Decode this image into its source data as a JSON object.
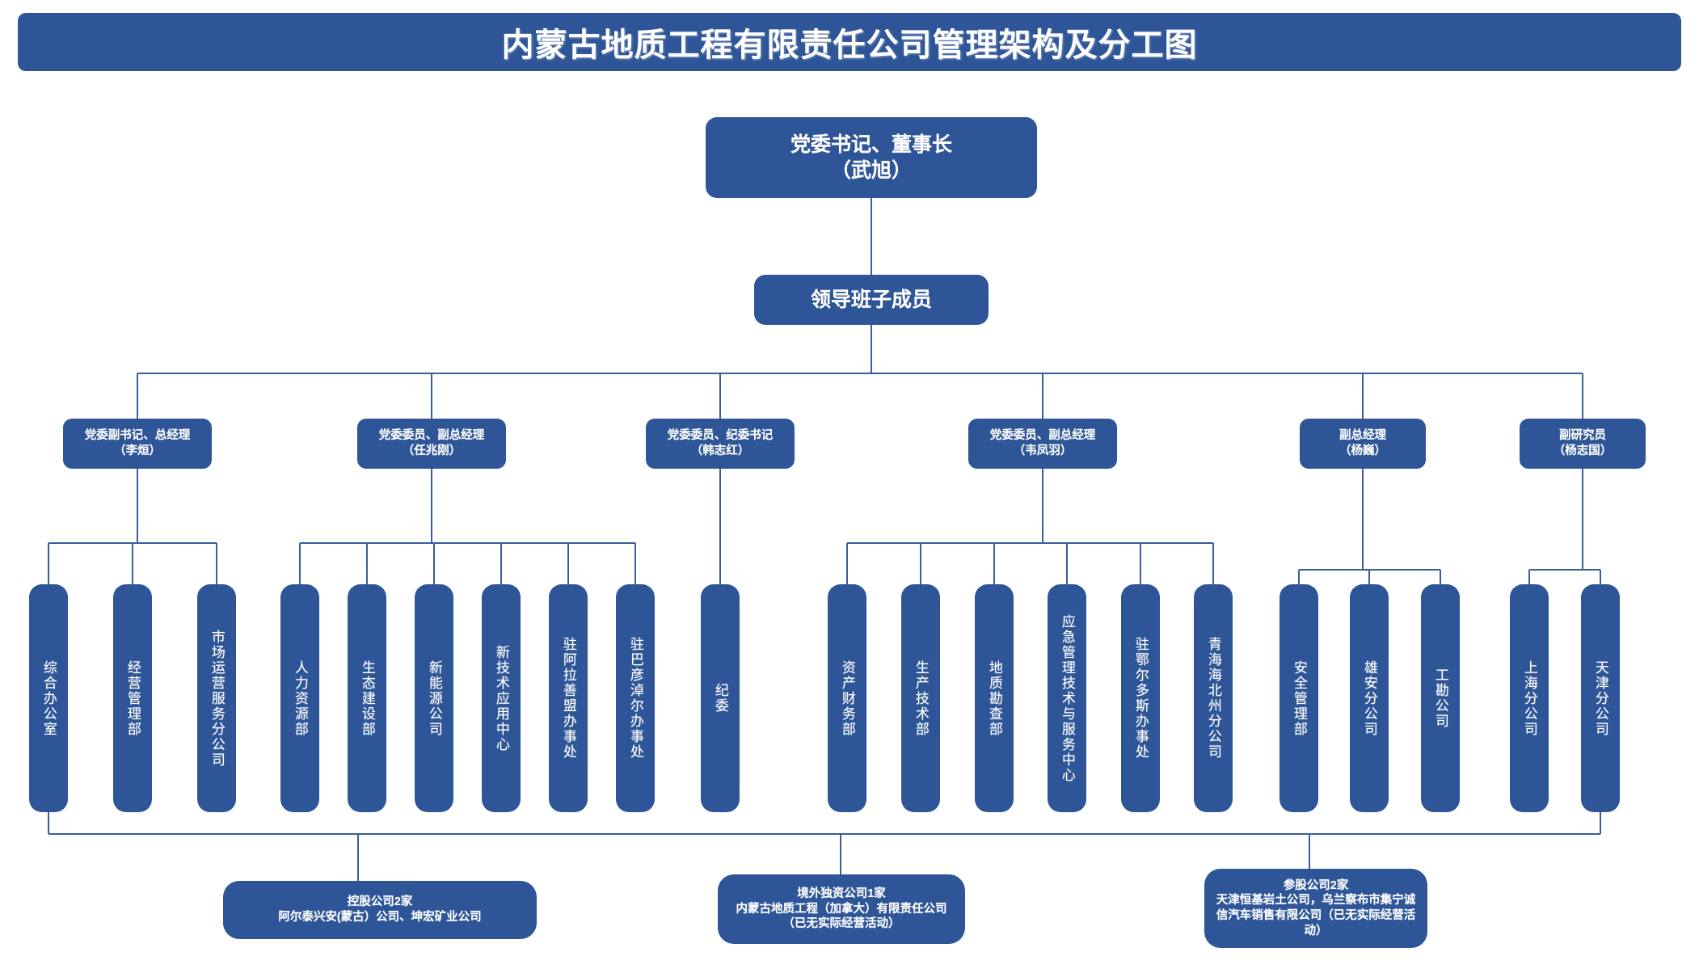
{
  "colors": {
    "box_fill": "#2E5597",
    "line": "#3A5D9B",
    "text": "#FFFFFF",
    "page_bg": "#FFFFFF"
  },
  "title": "内蒙古地质工程有限责任公司管理架构及分工图",
  "top": {
    "chairman": "党委书记、董事长\n（武旭）",
    "chairman_line1": "党委书记、董事长",
    "chairman_line2": "（武旭）",
    "leadership": "领导班子成员"
  },
  "managers": [
    {
      "id": "mgr-general-manager",
      "title": "党委副书记、总经理",
      "name": "（李烜）"
    },
    {
      "id": "mgr-deputy-ren",
      "title": "党委委员、副总经理",
      "name": "（任兆刚）"
    },
    {
      "id": "mgr-discipline-han",
      "title": "党委委员、纪委书记",
      "name": "（韩志红）"
    },
    {
      "id": "mgr-deputy-wei",
      "title": "党委委员、副总经理",
      "name": "（韦凤羽）"
    },
    {
      "id": "mgr-deputy-yang",
      "title": "副总经理",
      "name": "（杨巍）"
    },
    {
      "id": "mgr-researcher-yang",
      "title": "副研究员",
      "name": "（杨志国）"
    }
  ],
  "departments": [
    {
      "id": "dept-general-office",
      "label": "综合办公室",
      "parent": 0
    },
    {
      "id": "dept-business-management",
      "label": "经营管理部",
      "parent": 0
    },
    {
      "id": "dept-market-operations",
      "label": "市场运营服务分公司",
      "parent": 0
    },
    {
      "id": "dept-human-resources",
      "label": "人力资源部",
      "parent": 1
    },
    {
      "id": "dept-ecological-construction",
      "label": "生态建设部",
      "parent": 1
    },
    {
      "id": "dept-new-energy",
      "label": "新能源公司",
      "parent": 1
    },
    {
      "id": "dept-new-tech-center",
      "label": "新技术应用中心",
      "parent": 1
    },
    {
      "id": "dept-alxa-office",
      "label": "驻阿拉善盟办事处",
      "parent": 1
    },
    {
      "id": "dept-bayannur-office",
      "label": "驻巴彦淖尔办事处",
      "parent": 1
    },
    {
      "id": "dept-discipline-commission",
      "label": "纪委",
      "parent": 2
    },
    {
      "id": "dept-asset-finance",
      "label": "资产财务部",
      "parent": 3
    },
    {
      "id": "dept-production-tech",
      "label": "生产技术部",
      "parent": 3
    },
    {
      "id": "dept-geological-survey",
      "label": "地质勘查部",
      "parent": 3
    },
    {
      "id": "dept-emergency-center",
      "label": "应急管理技术与服务中心",
      "parent": 3
    },
    {
      "id": "dept-ordos-office",
      "label": "驻鄂尔多斯办事处",
      "parent": 3
    },
    {
      "id": "dept-qinghai-haibei",
      "label": "青海海北州分公司",
      "parent": 3
    },
    {
      "id": "dept-safety-management",
      "label": "安全管理部",
      "parent": 4
    },
    {
      "id": "dept-xiongan-branch",
      "label": "雄安分公司",
      "parent": 4
    },
    {
      "id": "dept-engineering-survey",
      "label": "工勘公司",
      "parent": 4
    },
    {
      "id": "dept-shanghai-branch",
      "label": "上海分公司",
      "parent": 5
    },
    {
      "id": "dept-tianjin-branch",
      "label": "天津分公司",
      "parent": 5
    }
  ],
  "summaries": [
    {
      "id": "summary-holding-companies",
      "heading": "控股公司2家",
      "body": "阿尔泰兴安(蒙古）公司、坤宏矿业公司",
      "text": "控股公司2家\n阿尔泰兴安(蒙古）公司、坤宏矿业公司"
    },
    {
      "id": "summary-overseas-company",
      "heading": "境外独资公司1家",
      "body": "内蒙古地质工程（加拿大）有限责任公司（已无实际经营活动）",
      "text": "境外独资公司1家\n内蒙古地质工程（加拿大）有限责任公司（已无实际经营活动）"
    },
    {
      "id": "summary-equity-companies",
      "heading": "参股公司2家",
      "body": "天津恒基岩土公司，乌兰察布市集宁诚信汽车销售有限公司（已无实际经营活动）",
      "text": "参股公司2家\n天津恒基岩土公司，乌兰察布市集宁诚信汽车销售有限公司（已无实际经营活动）"
    }
  ]
}
